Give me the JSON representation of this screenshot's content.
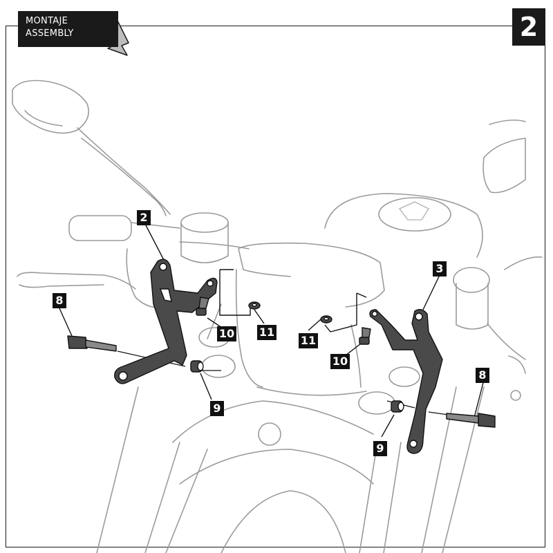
{
  "section_label": {
    "line1": "MONTAJE",
    "line2": "ASSEMBLY"
  },
  "step_number": "2",
  "callouts": {
    "bracket_left": "2",
    "bracket_right": "3",
    "bolt_left": "8",
    "bolt_right": "8",
    "spacer_left": "9",
    "spacer_right": "9",
    "screw_left": "10",
    "screw_right": "10",
    "nut_left": "11",
    "nut_right": "11"
  },
  "colors": {
    "ink": "#111111",
    "part_fill": "#4a4a4a",
    "outline": "#9a9a9a"
  }
}
